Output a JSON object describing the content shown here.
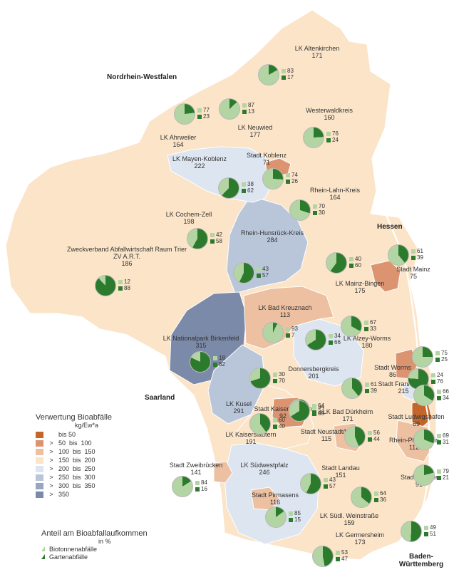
{
  "colors": {
    "c1": "#c4662a",
    "c2": "#dc9470",
    "c3": "#ecc0a0",
    "c4": "#fbe4c8",
    "c5": "#dde5f0",
    "c6": "#b9c6da",
    "c7": "#97a7c2",
    "c8": "#7b8aa8",
    "bio": "#b3d4a3",
    "garten": "#2c7b2c",
    "border": "#ffffff"
  },
  "neighbors": [
    {
      "name": "Nordrhein-Westfalen"
    },
    {
      "name": "Hessen"
    },
    {
      "name": "Saarland"
    },
    {
      "name": "Baden-Württemberg"
    }
  ],
  "regions": [
    {
      "name": "LK Altenkirchen",
      "value": "171"
    },
    {
      "name": "Westerwaldkreis",
      "value": "160"
    },
    {
      "name": "LK Neuwied",
      "value": "177"
    },
    {
      "name": "LK Ahrweiler",
      "value": "164"
    },
    {
      "name": "LK Mayen-Koblenz",
      "value": "222"
    },
    {
      "name": "Stadt Koblenz",
      "value": "71"
    },
    {
      "name": "Rhein-Lahn-Kreis",
      "value": "164"
    },
    {
      "name": "LK Cochem-Zell",
      "value": "198"
    },
    {
      "name": "Zweckverband Abfallwirtschaft Raum Trier",
      "name2": "ZV A.R.T.",
      "value": "186"
    },
    {
      "name": "Rhein-Hunsrück-Kreis",
      "value": "284"
    },
    {
      "name": "Stadt Mainz",
      "value": "75"
    },
    {
      "name": "LK Mainz-Bingen",
      "value": "175"
    },
    {
      "name": "LK Bad Kreuznach",
      "value": "113"
    },
    {
      "name": "LK Alzey-Worms",
      "value": "180"
    },
    {
      "name": "LK Nationalpark Birkenfeld",
      "value": "315"
    },
    {
      "name": "Donnersbergkreis",
      "value": "201"
    },
    {
      "name": "Stadt Worms",
      "value": "86"
    },
    {
      "name": "Stadt Frankenthal",
      "value": "215"
    },
    {
      "name": "LK Kusel",
      "value": "291"
    },
    {
      "name": "Stadt Kaiserslautern",
      "value": "92"
    },
    {
      "name": "LK Bad Dürkheim",
      "value": "171"
    },
    {
      "name": "Stadt Ludwigshafen",
      "value": "69"
    },
    {
      "name": "LK Kaiserslautern",
      "value": "191"
    },
    {
      "name": "Stadt Neustadt/W.",
      "value": "115"
    },
    {
      "name": "Rhein-Pfalz-Kreis",
      "value": "112"
    },
    {
      "name": "Stadt Zweibrücken",
      "value": "141"
    },
    {
      "name": "LK Südwestpfalz",
      "value": "246"
    },
    {
      "name": "Stadt Landau",
      "value": "151"
    },
    {
      "name": "Stadt Speyer",
      "value": "91"
    },
    {
      "name": "Stadt Pirmasens",
      "value": "116"
    },
    {
      "name": "LK Südl. Weinstraße",
      "value": "159"
    },
    {
      "name": "LK Germersheim",
      "value": "173"
    }
  ],
  "pies": [
    {
      "bio": 83,
      "garten": 17
    },
    {
      "bio": 77,
      "garten": 23
    },
    {
      "bio": 87,
      "garten": 13
    },
    {
      "bio": 76,
      "garten": 24
    },
    {
      "bio": 38,
      "garten": 62
    },
    {
      "bio": 74,
      "garten": 26
    },
    {
      "bio": 70,
      "garten": 30
    },
    {
      "bio": 42,
      "garten": 58
    },
    {
      "bio": 12,
      "garten": 88
    },
    {
      "bio": 43,
      "garten": 57
    },
    {
      "bio": 40,
      "garten": 60
    },
    {
      "bio": 61,
      "garten": 39
    },
    {
      "bio": 93,
      "garten": 7
    },
    {
      "bio": 67,
      "garten": 33
    },
    {
      "bio": 18,
      "garten": 82
    },
    {
      "bio": 34,
      "garten": 66
    },
    {
      "bio": 75,
      "garten": 25
    },
    {
      "bio": 30,
      "garten": 70
    },
    {
      "bio": 24,
      "garten": 76
    },
    {
      "bio": 64,
      "garten": 36
    },
    {
      "bio": 61,
      "garten": 39
    },
    {
      "bio": 66,
      "garten": 34
    },
    {
      "bio": 60,
      "garten": 40
    },
    {
      "bio": 56,
      "garten": 44
    },
    {
      "bio": 69,
      "garten": 31
    },
    {
      "bio": 34,
      "garten": 66
    },
    {
      "bio": 84,
      "garten": 16
    },
    {
      "bio": 43,
      "garten": 57
    },
    {
      "bio": 64,
      "garten": 36
    },
    {
      "bio": 79,
      "garten": 21
    },
    {
      "bio": 85,
      "garten": 15
    },
    {
      "bio": 49,
      "garten": 51
    },
    {
      "bio": 53,
      "garten": 47
    }
  ],
  "legend": {
    "title": "Verwertung Bioabfälle",
    "unit": "kg/Ew*a",
    "classes": [
      {
        "gt": "",
        "range": "bis 50"
      },
      {
        "gt": ">",
        "range": "50  bis  100"
      },
      {
        "gt": ">",
        "range": "100  bis  150"
      },
      {
        "gt": ">",
        "range": "150  bis  200"
      },
      {
        "gt": ">",
        "range": "200  bis  250"
      },
      {
        "gt": ">",
        "range": "250  bis  300"
      },
      {
        "gt": ">",
        "range": "300  bis  350"
      },
      {
        "gt": ">",
        "range": "350"
      }
    ]
  },
  "pie_legend": {
    "title": "Anteil am Bioabfallaufkommen",
    "unit": "in %",
    "items": [
      {
        "label": "Biotonnenabfälle"
      },
      {
        "label": "Gartenabfälle"
      }
    ]
  }
}
